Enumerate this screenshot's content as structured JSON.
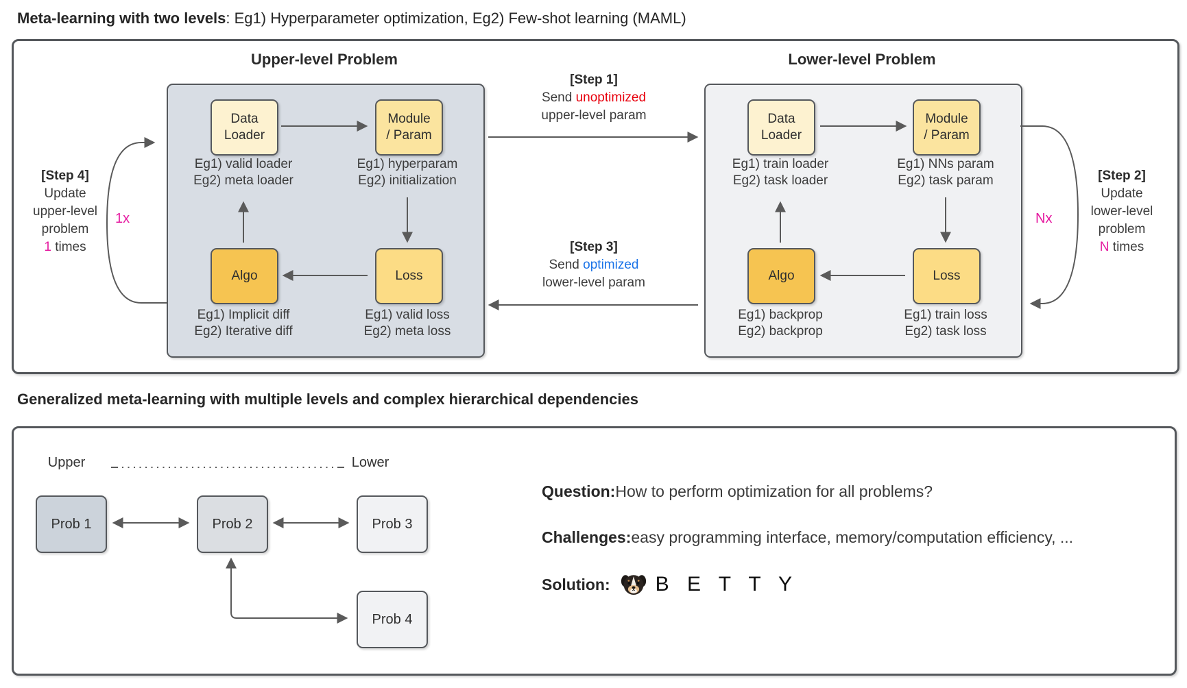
{
  "colors": {
    "accent_red": "#e8000d",
    "accent_blue": "#1a73e8",
    "accent_magenta": "#e51aa0",
    "node_cream": "#fdf2d0",
    "node_yellow": "#fbe49f",
    "node_amber": "#fcdc85",
    "node_gold": "#f6c451",
    "panel_upper_gray": "#d8dde4",
    "panel_lower_gray": "#f0f1f3"
  },
  "header": {
    "bold": "Meta-learning with two levels",
    "rest": ": Eg1) Hyperparameter optimization, Eg2) Few-shot learning (MAML)"
  },
  "section1": {
    "upper": {
      "title": "Upper-level Problem",
      "data_loader": {
        "line1": "Data",
        "line2": "Loader",
        "eg1": "Eg1) valid loader",
        "eg2": "Eg2) meta loader"
      },
      "module": {
        "line1": "Module",
        "line2": "/ Param",
        "eg1": "Eg1) hyperparam",
        "eg2": "Eg2) initialization"
      },
      "loss": {
        "label": "Loss",
        "eg1": "Eg1) valid loss",
        "eg2": "Eg2) meta loss"
      },
      "algo": {
        "label": "Algo",
        "eg1": "Eg1) Implicit diff",
        "eg2": "Eg2) Iterative diff"
      }
    },
    "lower": {
      "title": "Lower-level Problem",
      "data_loader": {
        "line1": "Data",
        "line2": "Loader",
        "eg1": "Eg1) train loader",
        "eg2": "Eg2) task loader"
      },
      "module": {
        "line1": "Module",
        "line2": "/ Param",
        "eg1": "Eg1) NNs param",
        "eg2": "Eg2) task param"
      },
      "loss": {
        "label": "Loss",
        "eg1": "Eg1) train loss",
        "eg2": "Eg2) task loss"
      },
      "algo": {
        "label": "Algo",
        "eg1": "Eg1) backprop",
        "eg2": "Eg2) backprop"
      }
    },
    "step1": {
      "title": "[Step 1]",
      "line1_pre": "Send ",
      "line1_hl": "unoptimized",
      "line2": "upper-level param"
    },
    "step2": {
      "title": "[Step 2]",
      "l1": "Update",
      "l2": "lower-level",
      "l3": "problem",
      "hl": "N",
      "l4": " times",
      "loop": "Nx"
    },
    "step3": {
      "title": "[Step 3]",
      "line1_pre": "Send ",
      "line1_hl": "optimized",
      "line2": "lower-level param"
    },
    "step4": {
      "title": "[Step 4]",
      "l1": "Update",
      "l2": "upper-level",
      "l3": "problem",
      "hl": "1",
      "l4": " times",
      "loop": "1x"
    }
  },
  "section2": {
    "title": "Generalized meta-learning with multiple levels and complex hierarchical dependencies",
    "upper_label": "Upper",
    "lower_label": "Lower",
    "prob1": "Prob 1",
    "prob2": "Prob 2",
    "prob3": "Prob 3",
    "prob4": "Prob 4",
    "question": {
      "label": "Question:",
      "text": " How to perform optimization for all problems?"
    },
    "challenges": {
      "label": "Challenges:",
      "text": " easy programming interface, memory/computation efficiency, ..."
    },
    "solution": {
      "label": "Solution:",
      "logo_text": "B E T T Y",
      "logo_icon": "dog-face"
    }
  }
}
